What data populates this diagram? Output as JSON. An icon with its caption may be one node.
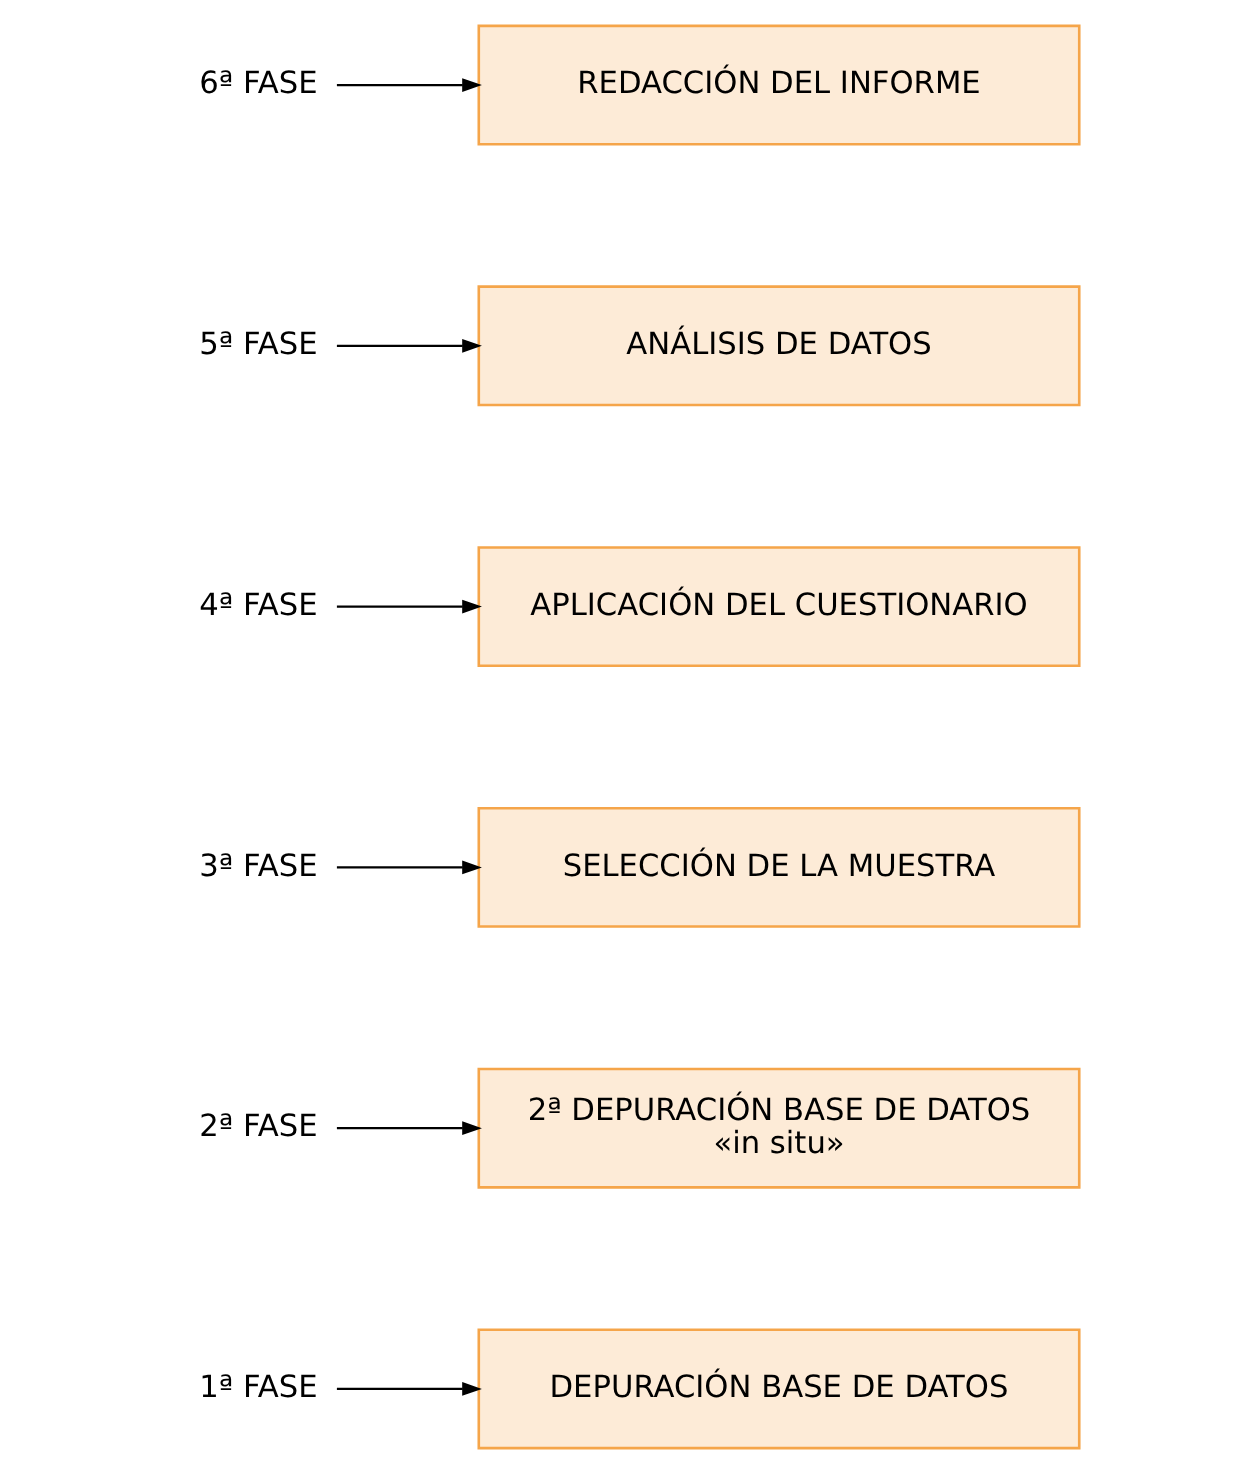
{
  "diagram": {
    "nodes": [
      {
        "text": [
          "1ª FASE"
        ]
      },
      {
        "text": [
          "DEPURACIÓN BASE DE DATOS"
        ]
      },
      {
        "text": [
          "2ª FASE"
        ]
      },
      {
        "text": [
          "2ª DEPURACIÓN BASE DE DATOS «in situ»"
        ]
      },
      {
        "text": [
          "3ª FASE"
        ]
      },
      {
        "text": [
          "SELECCIÓN DE LA MUESTRA"
        ]
      },
      {
        "text": [
          "4ª FASE"
        ]
      },
      {
        "text": [
          "APLICACIÓN DEL CUESTIONARIO"
        ]
      },
      {
        "text": [
          "5ª FASE"
        ]
      },
      {
        "text": [
          "ANÁLISIS DE DATOS"
        ]
      },
      {
        "text": [
          "6ª FASE"
        ]
      },
      {
        "text": [
          "REDACCIÓN DEL INFORME"
        ]
      }
    ],
    "edges": [
      {
        "from": 0,
        "to": 1,
        "arrow": "to"
      },
      {
        "from": 2,
        "to": 3,
        "arrow": "to"
      },
      {
        "from": 4,
        "to": 5,
        "arrow": "to"
      },
      {
        "from": 6,
        "to": 7,
        "arrow": "to"
      },
      {
        "from": 8,
        "to": 9,
        "arrow": "to"
      },
      {
        "from": 10,
        "to": 11,
        "arrow": "to"
      }
    ]
  }
}
